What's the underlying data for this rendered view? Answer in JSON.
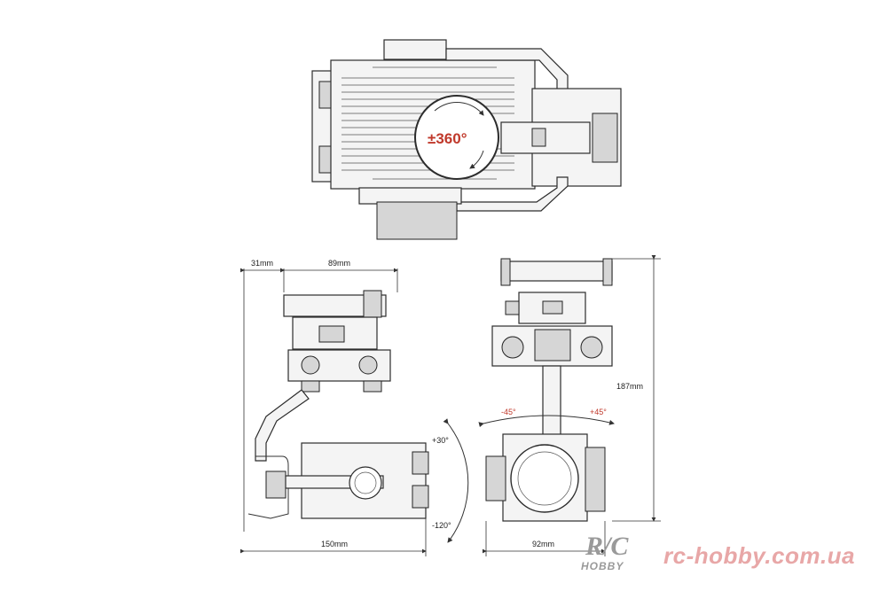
{
  "top_view": {
    "rotation_label": "±360°"
  },
  "side_view": {
    "offset_label": "31mm",
    "depth_label": "89mm",
    "length_label": "150mm",
    "tilt_up_label": "+30°",
    "tilt_down_label": "-120°"
  },
  "front_view": {
    "height_label": "187mm",
    "width_label": "92mm",
    "roll_left_label": "-45°",
    "roll_right_label": "+45°"
  },
  "watermark": {
    "logo_top": "R/C",
    "logo_bottom": "HOBBY",
    "site": "rc-hobby.com.ua"
  }
}
